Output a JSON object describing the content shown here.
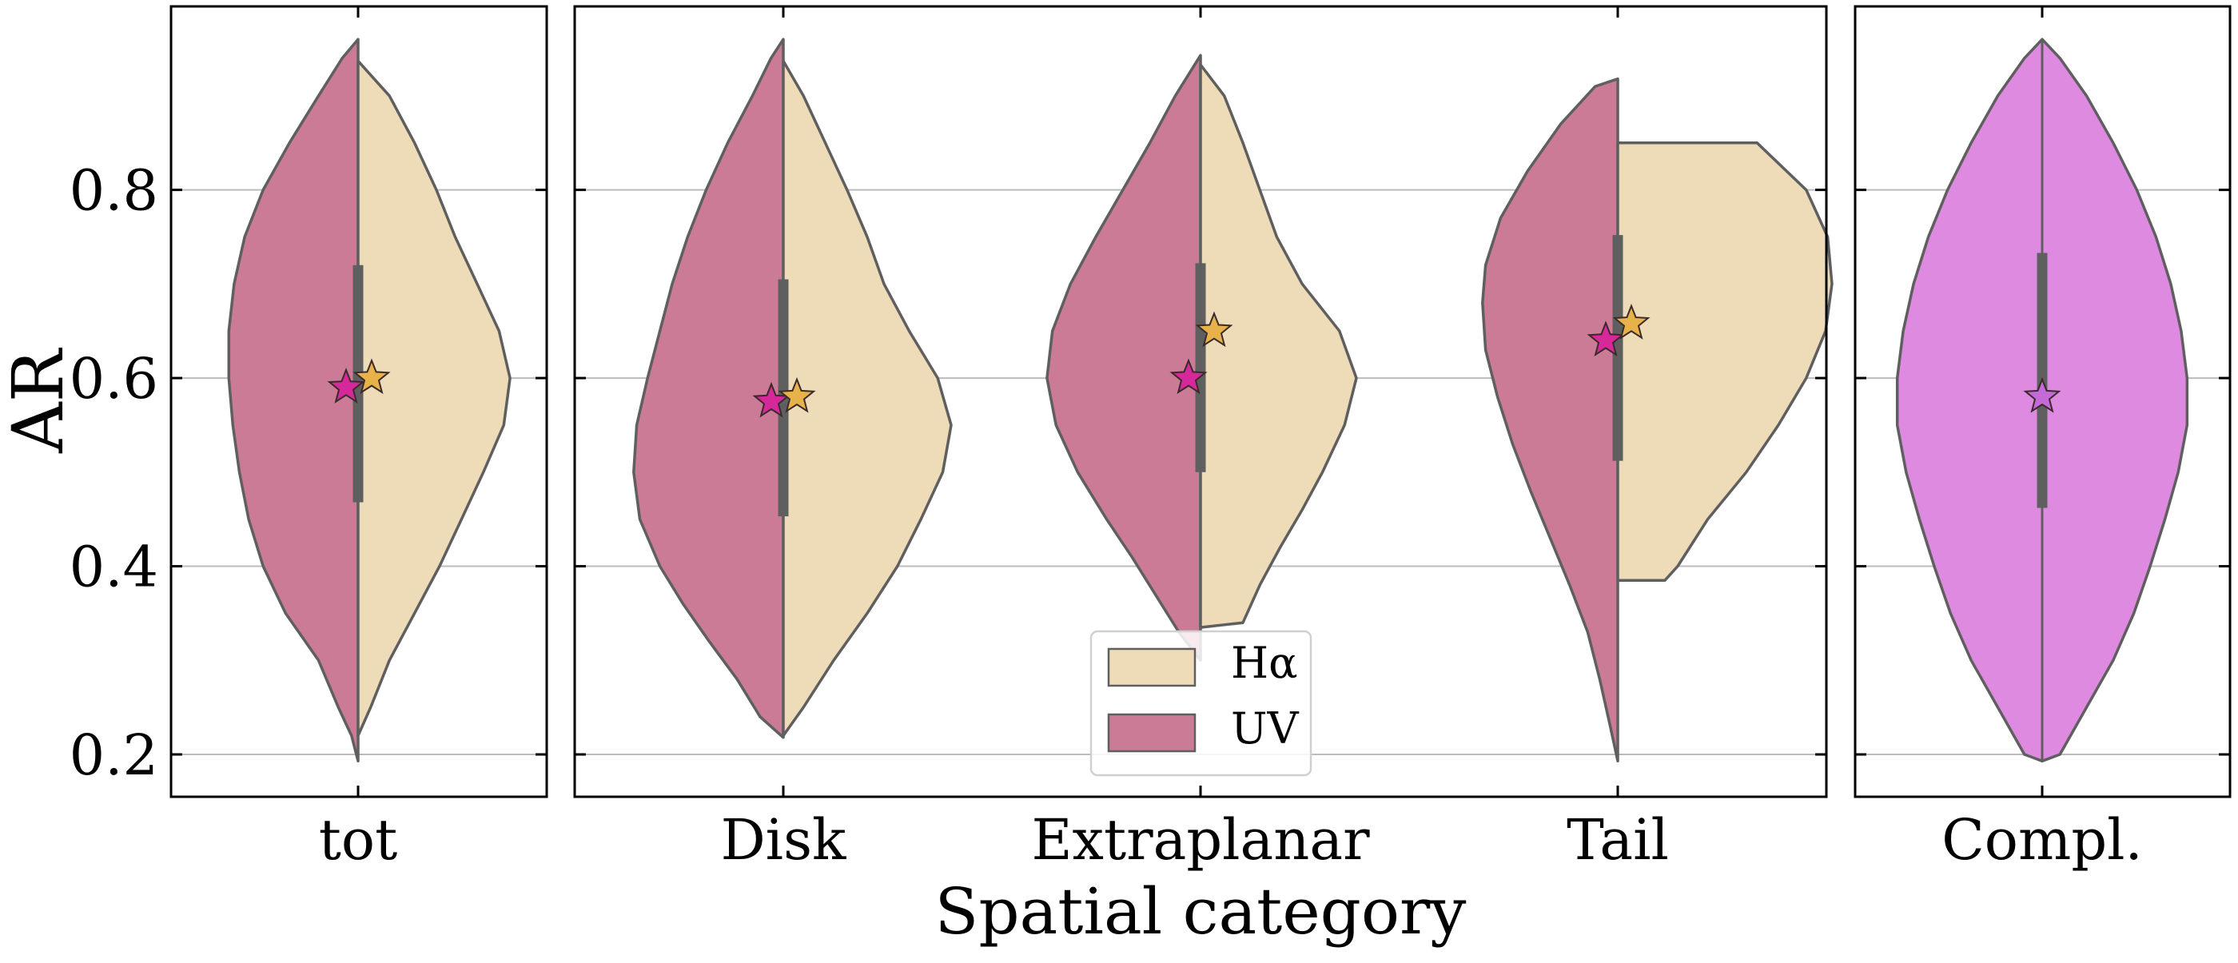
{
  "chart_data": {
    "type": "violin",
    "ylabel": "AR",
    "xlabel": "Spatial category",
    "ylim": [
      0.155,
      0.995
    ],
    "yticks": [
      0.2,
      0.4,
      0.6,
      0.8
    ],
    "ytick_labels": [
      "0.2",
      "0.4",
      "0.6",
      "0.8"
    ],
    "grid": "horizontal",
    "legend": {
      "placement": "lower-center of middle panel",
      "entries": [
        {
          "label": "Hα",
          "color": "#eedcb8"
        },
        {
          "label": "UV",
          "color": "#cc7b96"
        }
      ]
    },
    "colors": {
      "ha_fill": "#eedcb8",
      "uv_fill": "#cc7b96",
      "compl_fill": "#de8ae0",
      "ha_star": "#e8b24a",
      "uv_star": "#d6289a",
      "compl_star": "#c46ad8",
      "outline": "#5f5f5f",
      "grid": "#bcbcbc"
    },
    "categories": [
      "tot",
      "Disk",
      "Extraplanar",
      "Tail",
      "Compl."
    ],
    "series": [
      {
        "name": "UV",
        "categories": [
          "tot",
          "Disk",
          "Extraplanar",
          "Tail"
        ],
        "mean": [
          0.59,
          0.575,
          0.6,
          0.64
        ],
        "min": [
          0.193,
          0.218,
          0.3,
          0.193
        ],
        "max": [
          0.96,
          0.96,
          0.943,
          0.918
        ]
      },
      {
        "name": "Hα",
        "categories": [
          "tot",
          "Disk",
          "Extraplanar",
          "Tail"
        ],
        "mean": [
          0.6,
          0.58,
          0.65,
          0.658
        ],
        "min": [
          0.22,
          0.22,
          0.335,
          0.385
        ],
        "max": [
          0.937,
          0.937,
          0.933,
          0.85
        ]
      },
      {
        "name": "",
        "categories": [
          "Compl."
        ],
        "mean": [
          0.58
        ],
        "min": [
          0.193
        ],
        "max": [
          0.96
        ]
      }
    ],
    "boxes": [
      {
        "category": "tot",
        "q1": 0.468,
        "q3": 0.72
      },
      {
        "category": "Disk",
        "q1": 0.453,
        "q3": 0.705
      },
      {
        "category": "Extraplanar",
        "q1": 0.5,
        "q3": 0.722
      },
      {
        "category": "Tail",
        "q1": 0.512,
        "q3": 0.752
      },
      {
        "category": "Compl.",
        "q1": 0.462,
        "q3": 0.733
      }
    ],
    "violins": {
      "tot_uv": [
        [
          0.193,
          0
        ],
        [
          0.22,
          0.05
        ],
        [
          0.25,
          0.15
        ],
        [
          0.3,
          0.3
        ],
        [
          0.35,
          0.55
        ],
        [
          0.4,
          0.72
        ],
        [
          0.45,
          0.83
        ],
        [
          0.5,
          0.9
        ],
        [
          0.55,
          0.95
        ],
        [
          0.6,
          0.98
        ],
        [
          0.65,
          0.98
        ],
        [
          0.7,
          0.94
        ],
        [
          0.75,
          0.86
        ],
        [
          0.8,
          0.72
        ],
        [
          0.85,
          0.52
        ],
        [
          0.9,
          0.3
        ],
        [
          0.94,
          0.12
        ],
        [
          0.96,
          0
        ]
      ],
      "tot_ha": [
        [
          0.22,
          0
        ],
        [
          0.25,
          0.08
        ],
        [
          0.3,
          0.2
        ],
        [
          0.35,
          0.36
        ],
        [
          0.4,
          0.52
        ],
        [
          0.45,
          0.66
        ],
        [
          0.5,
          0.8
        ],
        [
          0.55,
          0.93
        ],
        [
          0.6,
          0.97
        ],
        [
          0.65,
          0.9
        ],
        [
          0.7,
          0.76
        ],
        [
          0.75,
          0.62
        ],
        [
          0.8,
          0.5
        ],
        [
          0.85,
          0.36
        ],
        [
          0.9,
          0.2
        ],
        [
          0.937,
          0
        ]
      ],
      "disk_uv": [
        [
          0.218,
          0
        ],
        [
          0.24,
          0.15
        ],
        [
          0.28,
          0.3
        ],
        [
          0.32,
          0.48
        ],
        [
          0.36,
          0.65
        ],
        [
          0.4,
          0.8
        ],
        [
          0.45,
          0.93
        ],
        [
          0.5,
          0.97
        ],
        [
          0.55,
          0.95
        ],
        [
          0.6,
          0.88
        ],
        [
          0.65,
          0.8
        ],
        [
          0.7,
          0.72
        ],
        [
          0.75,
          0.62
        ],
        [
          0.8,
          0.5
        ],
        [
          0.85,
          0.36
        ],
        [
          0.9,
          0.2
        ],
        [
          0.94,
          0.08
        ],
        [
          0.96,
          0
        ]
      ],
      "disk_ha": [
        [
          0.22,
          0
        ],
        [
          0.25,
          0.12
        ],
        [
          0.3,
          0.3
        ],
        [
          0.35,
          0.5
        ],
        [
          0.4,
          0.68
        ],
        [
          0.45,
          0.82
        ],
        [
          0.5,
          0.95
        ],
        [
          0.55,
          1.0
        ],
        [
          0.6,
          0.92
        ],
        [
          0.65,
          0.75
        ],
        [
          0.7,
          0.6
        ],
        [
          0.75,
          0.5
        ],
        [
          0.8,
          0.38
        ],
        [
          0.85,
          0.25
        ],
        [
          0.9,
          0.12
        ],
        [
          0.937,
          0
        ]
      ],
      "extra_uv": [
        [
          0.3,
          0
        ],
        [
          0.33,
          0.12
        ],
        [
          0.37,
          0.25
        ],
        [
          0.41,
          0.38
        ],
        [
          0.45,
          0.52
        ],
        [
          0.5,
          0.68
        ],
        [
          0.55,
          0.8
        ],
        [
          0.6,
          0.85
        ],
        [
          0.65,
          0.82
        ],
        [
          0.7,
          0.72
        ],
        [
          0.75,
          0.58
        ],
        [
          0.8,
          0.43
        ],
        [
          0.85,
          0.28
        ],
        [
          0.9,
          0.14
        ],
        [
          0.943,
          0
        ]
      ],
      "extra_ha": [
        [
          0.335,
          0
        ],
        [
          0.34,
          0.25
        ],
        [
          0.38,
          0.35
        ],
        [
          0.42,
          0.47
        ],
        [
          0.46,
          0.6
        ],
        [
          0.5,
          0.72
        ],
        [
          0.55,
          0.85
        ],
        [
          0.6,
          0.92
        ],
        [
          0.65,
          0.82
        ],
        [
          0.7,
          0.6
        ],
        [
          0.75,
          0.45
        ],
        [
          0.8,
          0.35
        ],
        [
          0.85,
          0.25
        ],
        [
          0.9,
          0.14
        ],
        [
          0.933,
          0
        ]
      ],
      "tail_uv": [
        [
          0.193,
          0
        ],
        [
          0.23,
          0.05
        ],
        [
          0.28,
          0.12
        ],
        [
          0.33,
          0.2
        ],
        [
          0.38,
          0.32
        ],
        [
          0.43,
          0.45
        ],
        [
          0.48,
          0.58
        ],
        [
          0.53,
          0.7
        ],
        [
          0.58,
          0.8
        ],
        [
          0.63,
          0.88
        ],
        [
          0.68,
          0.9
        ],
        [
          0.72,
          0.88
        ],
        [
          0.77,
          0.78
        ],
        [
          0.82,
          0.6
        ],
        [
          0.87,
          0.38
        ],
        [
          0.91,
          0.15
        ],
        [
          0.918,
          0
        ]
      ],
      "tail_ha": [
        [
          0.385,
          0
        ],
        [
          0.385,
          0.22
        ],
        [
          0.4,
          0.28
        ],
        [
          0.45,
          0.42
        ],
        [
          0.5,
          0.6
        ],
        [
          0.55,
          0.75
        ],
        [
          0.6,
          0.88
        ],
        [
          0.65,
          0.97
        ],
        [
          0.7,
          1.0
        ],
        [
          0.75,
          0.98
        ],
        [
          0.8,
          0.88
        ],
        [
          0.85,
          0.65
        ],
        [
          0.85,
          0
        ]
      ],
      "compl": [
        [
          0.193,
          0
        ],
        [
          0.2,
          0.12
        ],
        [
          0.25,
          0.3
        ],
        [
          0.3,
          0.48
        ],
        [
          0.35,
          0.62
        ],
        [
          0.4,
          0.73
        ],
        [
          0.45,
          0.83
        ],
        [
          0.5,
          0.92
        ],
        [
          0.55,
          0.98
        ],
        [
          0.6,
          0.98
        ],
        [
          0.65,
          0.94
        ],
        [
          0.7,
          0.87
        ],
        [
          0.75,
          0.77
        ],
        [
          0.8,
          0.64
        ],
        [
          0.85,
          0.48
        ],
        [
          0.9,
          0.3
        ],
        [
          0.94,
          0.12
        ],
        [
          0.96,
          0
        ]
      ]
    }
  }
}
